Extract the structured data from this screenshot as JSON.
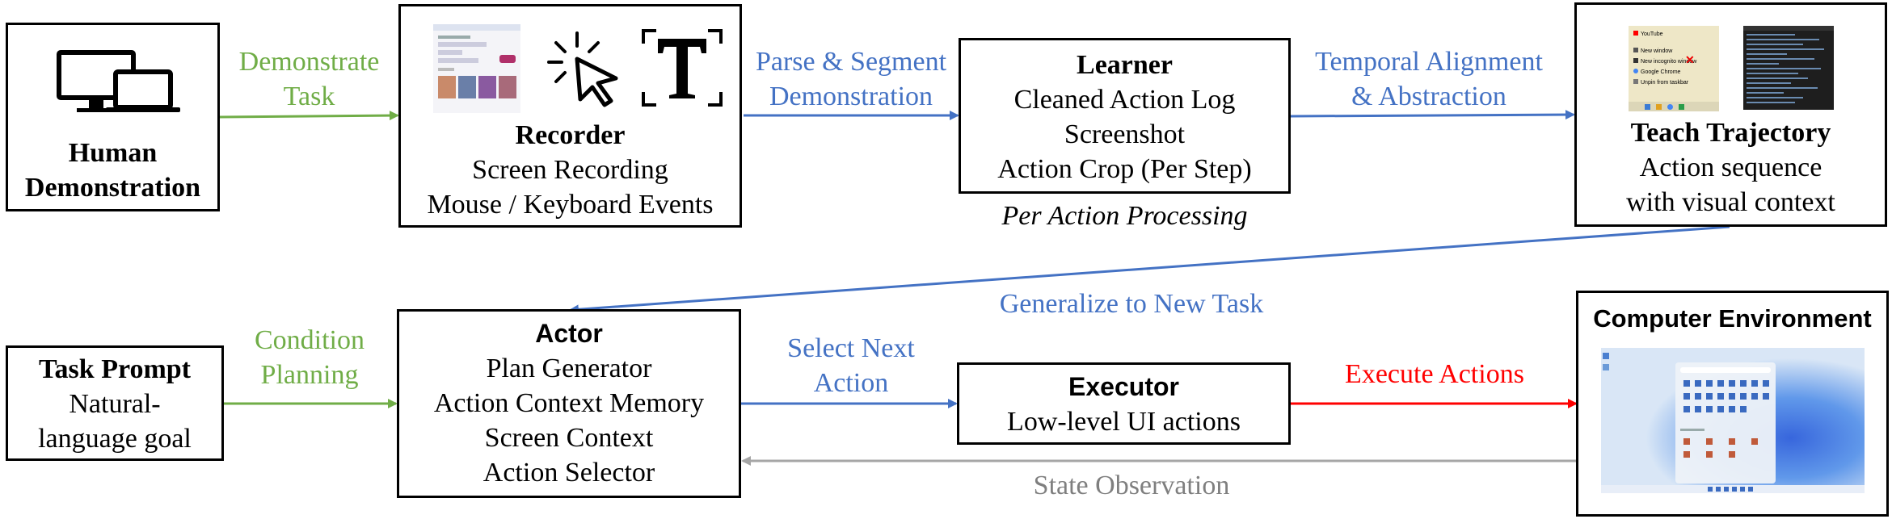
{
  "nodes": {
    "human": {
      "title_line1": "Human",
      "title_line2": "Demonstration"
    },
    "recorder": {
      "title": "Recorder",
      "line1": "Screen Recording",
      "line2": "Mouse / Keyboard Events"
    },
    "learner": {
      "title": "Learner",
      "line1": "Cleaned Action Log",
      "line2": "Screenshot",
      "line3": "Action Crop (Per Step)",
      "caption": "Per Action Processing"
    },
    "teach": {
      "title": "Teach Trajectory",
      "line1": "Action sequence",
      "line2": "with visual context"
    },
    "task_prompt": {
      "title": "Task Prompt",
      "line1": "Natural-",
      "line2": "language goal"
    },
    "actor": {
      "title": "Actor",
      "line1": "Plan Generator",
      "line2": "Action Context Memory",
      "line3": "Screen Context",
      "line4": "Action Selector"
    },
    "executor": {
      "title": "Executor",
      "line1": "Low-level UI actions"
    },
    "computer": {
      "title": "Computer Environment"
    }
  },
  "edges": {
    "demonstrate": {
      "line1": "Demonstrate",
      "line2": "Task"
    },
    "parse": {
      "line1": "Parse & Segment",
      "line2": "Demonstration"
    },
    "temporal": {
      "line1": "Temporal Alignment",
      "line2": "& Abstraction"
    },
    "generalize": {
      "label": "Generalize to New Task"
    },
    "condition": {
      "line1": "Condition",
      "line2": "Planning"
    },
    "select": {
      "line1": "Select Next",
      "line2": "Action"
    },
    "execute": {
      "label": "Execute Actions"
    },
    "state": {
      "label": "State Observation"
    }
  },
  "icons": {
    "recorder": [
      "browser-screenshot-thumbnail",
      "cursor-click-icon",
      "text-cursor-icon"
    ],
    "human": "desktop-laptop-icon",
    "teach": [
      "context-menu-screenshot",
      "code-editor-screenshot"
    ],
    "computer": "windows-start-menu-screenshot"
  },
  "thumbnail_text": {
    "context_menu": [
      "YouTube",
      "New window",
      "New incognito window",
      "Google Chrome",
      "Unpin from taskbar"
    ]
  },
  "colors": {
    "green": "#70ad47",
    "blue": "#4472c4",
    "red": "#ff0000",
    "gray": "#a6a6a6"
  }
}
